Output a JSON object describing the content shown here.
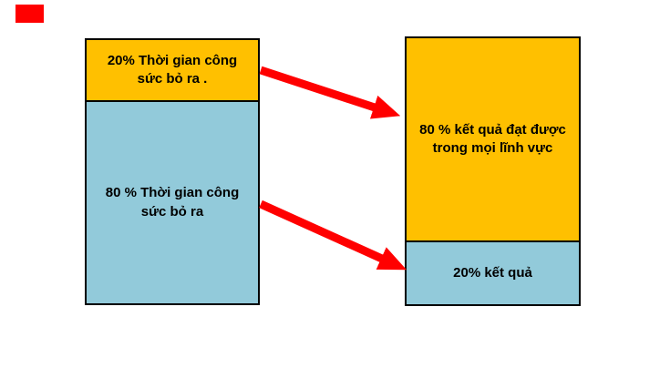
{
  "diagram": {
    "type": "pareto-80-20",
    "background": "#ffffff",
    "marker": {
      "color": "#ff0000"
    },
    "left_column": {
      "name": "effort",
      "segments": [
        {
          "label": "20% Thời gian công sức bỏ ra .",
          "value_percent": 20,
          "color": "#FFC000"
        },
        {
          "label": "80 % Thời gian công sức bỏ ra",
          "value_percent": 80,
          "color": "#92CADA"
        }
      ]
    },
    "right_column": {
      "name": "results",
      "segments": [
        {
          "label": "80 % kết quả đạt được trong mọi lĩnh vực",
          "value_percent": 80,
          "color": "#FFC000"
        },
        {
          "label": "20% kết quả",
          "value_percent": 20,
          "color": "#92CADA"
        }
      ]
    },
    "arrows": [
      {
        "from": "effort-20-segment",
        "to": "results-80-segment",
        "color": "#ff0000"
      },
      {
        "from": "effort-80-segment",
        "to": "results-20-segment",
        "color": "#ff0000"
      }
    ],
    "colors": {
      "orange": "#FFC000",
      "blue": "#92CADA",
      "arrow_red": "#ff0000",
      "border": "#000000",
      "text": "#000000"
    }
  }
}
